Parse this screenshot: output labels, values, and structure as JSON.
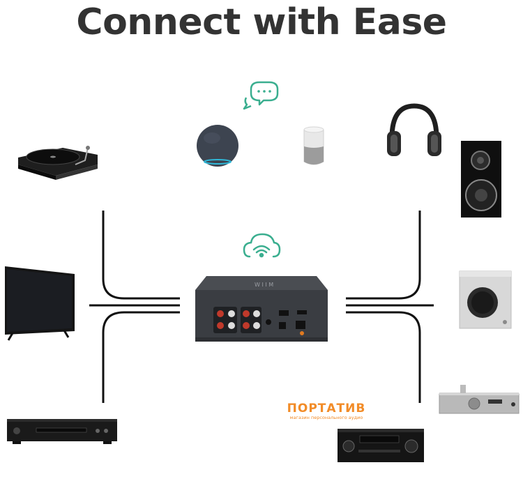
{
  "title": "Connect with Ease",
  "watermark": {
    "brand": "ПОРТАТИВ",
    "tagline": "магазин персонального аудио"
  },
  "colors": {
    "accent": "#3aae8f",
    "title": "#333333",
    "lines": "#111111",
    "watermark": "#f28c28"
  },
  "icons": [
    "chat-cloud-icon",
    "wifi-cloud-icon"
  ]
}
